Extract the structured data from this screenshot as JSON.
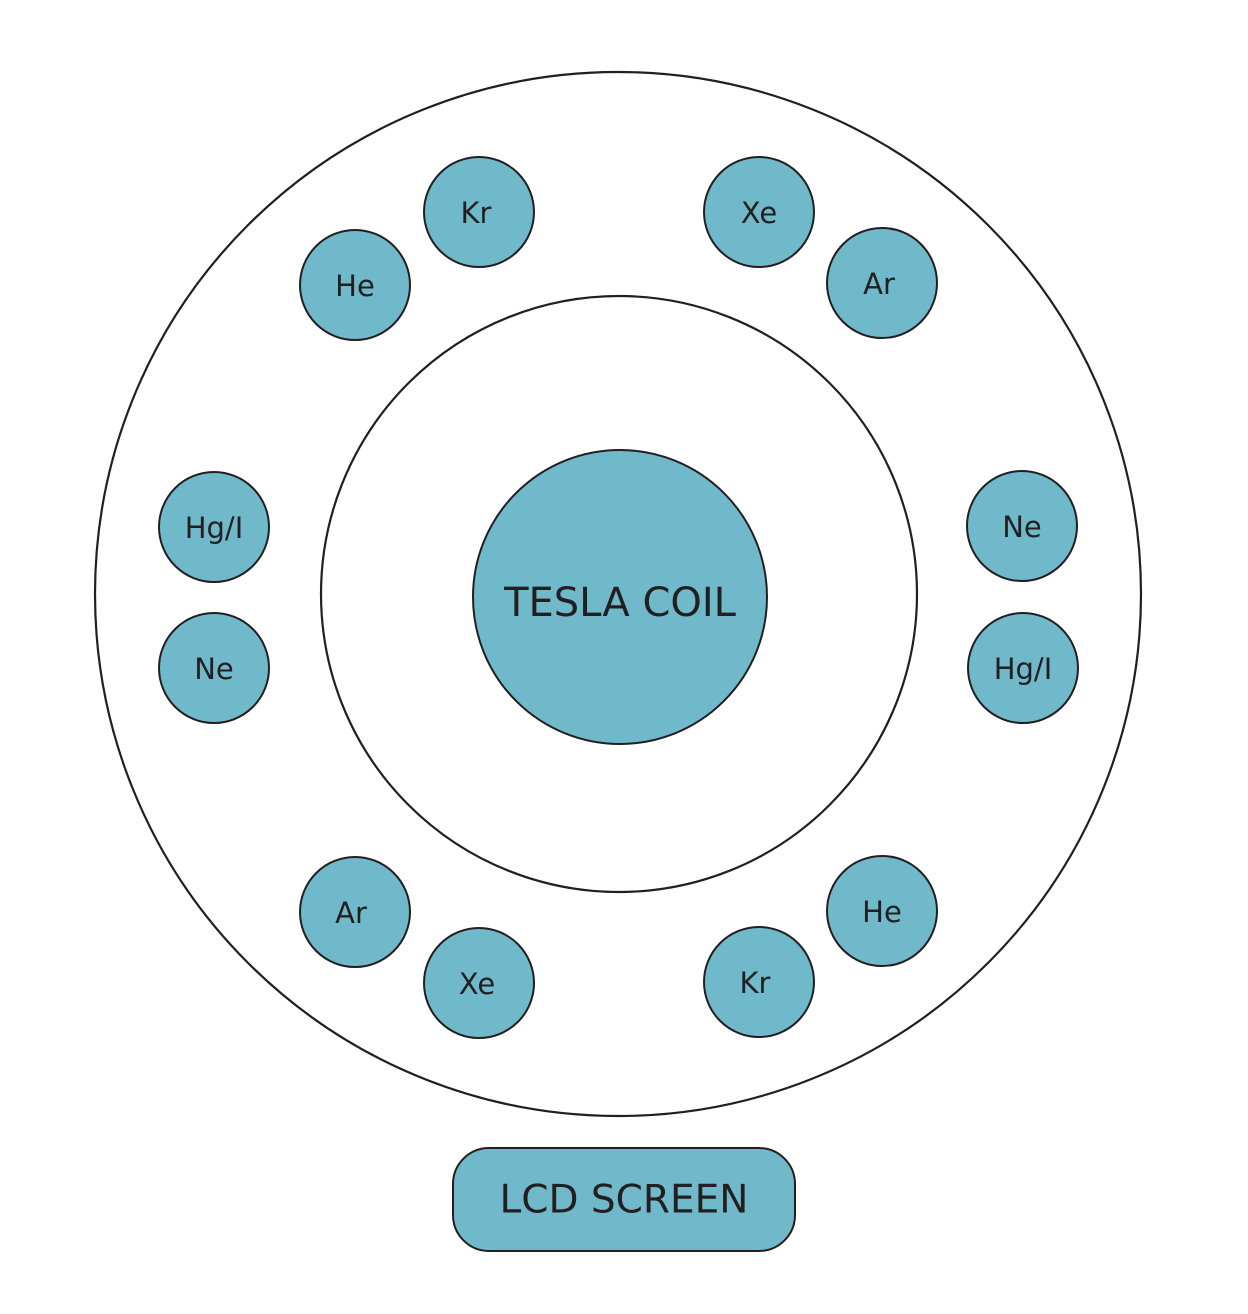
{
  "diagram": {
    "center": {
      "label": "TESLA COIL"
    },
    "lamps": [
      {
        "id": "lamp-he-top-left",
        "label": "He"
      },
      {
        "id": "lamp-kr-top-left",
        "label": "Kr"
      },
      {
        "id": "lamp-xe-top-right",
        "label": "Xe"
      },
      {
        "id": "lamp-ar-top-right",
        "label": "Ar"
      },
      {
        "id": "lamp-hgi-left",
        "label": "Hg/I"
      },
      {
        "id": "lamp-ne-left",
        "label": "Ne"
      },
      {
        "id": "lamp-ne-right",
        "label": "Ne"
      },
      {
        "id": "lamp-hgi-right",
        "label": "Hg/I"
      },
      {
        "id": "lamp-ar-bottom-left",
        "label": "Ar"
      },
      {
        "id": "lamp-xe-bottom-left",
        "label": "Xe"
      },
      {
        "id": "lamp-kr-bottom-right",
        "label": "Kr"
      },
      {
        "id": "lamp-he-bottom-right",
        "label": "He"
      }
    ],
    "display": {
      "label": "LCD SCREEN"
    },
    "colors": {
      "fill": "#6fb9cb",
      "stroke": "#231f20",
      "background": "#ffffff"
    }
  }
}
